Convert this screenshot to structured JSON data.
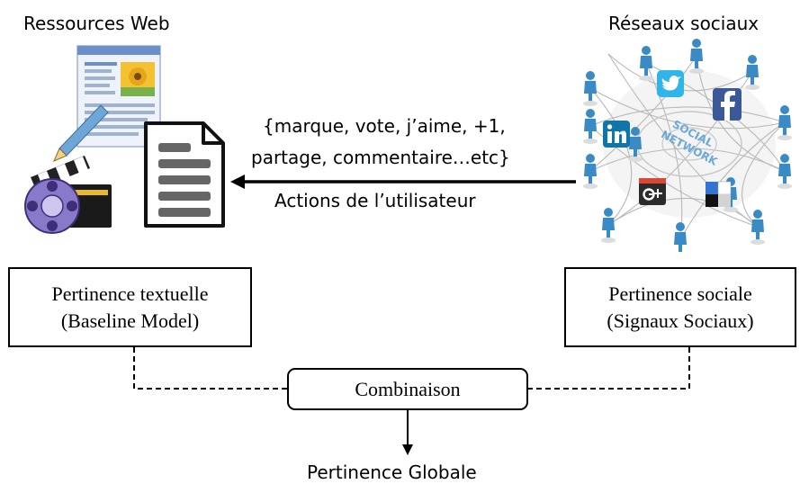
{
  "diagram": {
    "left_title": "Ressources Web",
    "right_title": "Réseaux sociaux",
    "actions": {
      "line1": "{marque, vote, j’aime, +1,",
      "line2": "partage, commentaire…etc}",
      "caption": "Actions de l’utilisateur"
    },
    "box_textual": {
      "line1": "Pertinence textuelle",
      "line2": "(Baseline Model)"
    },
    "box_social": {
      "line1": "Pertinence sociale",
      "line2": "(Signaux Sociaux)"
    },
    "combination": "Combinaison",
    "result": "Pertinence Globale",
    "network_logo_text": [
      "SOCIAL",
      "NETWORK"
    ],
    "social_icons": [
      "Twitter",
      "Facebook",
      "LinkedIn",
      "Google+",
      "Delicious"
    ],
    "colors": {
      "twitter": "#2fb5e8",
      "facebook": "#3b5998",
      "linkedin": "#0e76a8",
      "google_plus": "#333333",
      "network_person": "#3a8bc5"
    }
  }
}
